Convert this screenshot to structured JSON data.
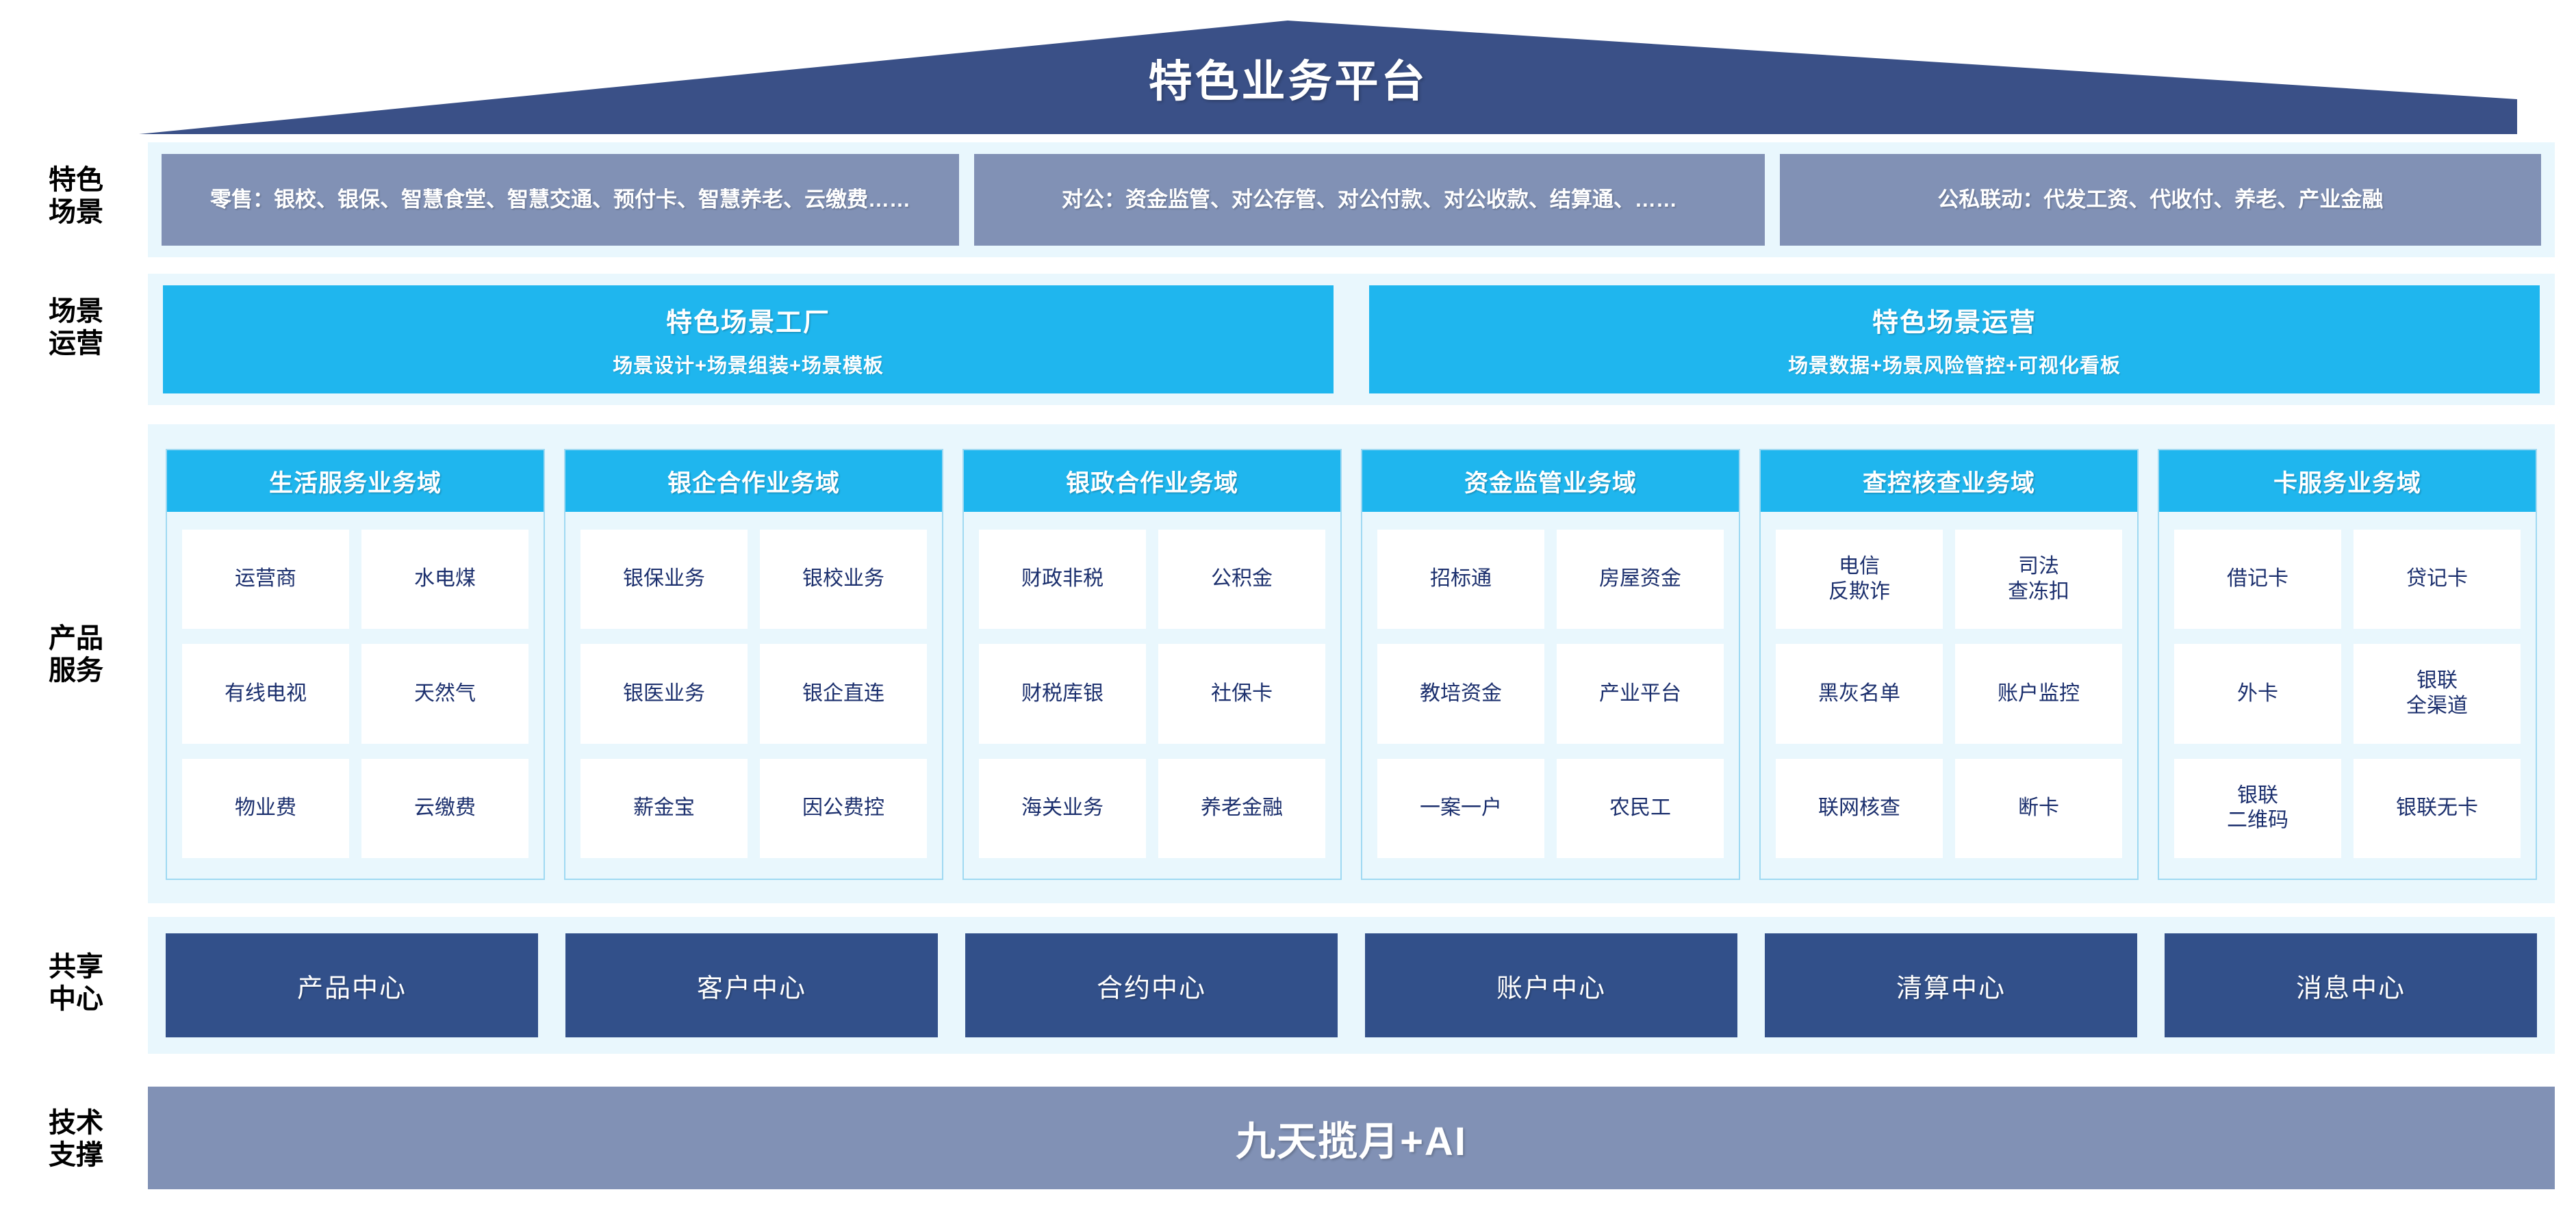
{
  "header": {
    "title": "特色业务平台",
    "banner_color": "#3a5087"
  },
  "row_labels": {
    "scenario": "特色\n场景",
    "operation": "场景\n运营",
    "product": "产品\n服务",
    "shared": "共享\n中心",
    "tech": "技术\n支撑"
  },
  "scenarios": {
    "box_color": "#8191b5",
    "items": [
      {
        "text": "零售：银校、银保、智慧食堂、智慧交通、预付卡、智慧养老、云缴费……"
      },
      {
        "text": "对公：资金监管、对公存管、对公付款、对公收款、结算通、……"
      },
      {
        "text": "公私联动：代发工资、代收付、养老、产业金融"
      }
    ]
  },
  "operations": {
    "box_color": "#1fb6ee",
    "items": [
      {
        "title": "特色场景工厂",
        "subtitle": "场景设计+场景组装+场景模板"
      },
      {
        "title": "特色场景运营",
        "subtitle": "场景数据+场景风险管控+可视化看板"
      }
    ]
  },
  "products": {
    "header_color": "#1fb6ee",
    "text_color": "#1b2f6d",
    "columns": [
      {
        "title": "生活服务业务域",
        "cells": [
          "运营商",
          "水电煤",
          "有线电视",
          "天然气",
          "物业费",
          "云缴费"
        ]
      },
      {
        "title": "银企合作业务域",
        "cells": [
          "银保业务",
          "银校业务",
          "银医业务",
          "银企直连",
          "薪金宝",
          "因公费控"
        ]
      },
      {
        "title": "银政合作业务域",
        "cells": [
          "财政非税",
          "公积金",
          "财税库银",
          "社保卡",
          "海关业务",
          "养老金融"
        ]
      },
      {
        "title": "资金监管业务域",
        "cells": [
          "招标通",
          "房屋资金",
          "教培资金",
          "产业平台",
          "一案一户",
          "农民工"
        ]
      },
      {
        "title": "查控核查业务域",
        "cells": [
          "电信\n反欺诈",
          "司法\n查冻扣",
          "黑灰名单",
          "账户监控",
          "联网核查",
          "断卡"
        ]
      },
      {
        "title": "卡服务业务域",
        "cells": [
          "借记卡",
          "贷记卡",
          "外卡",
          "银联\n全渠道",
          "银联\n二维码",
          "银联无卡"
        ]
      }
    ]
  },
  "shared_centers": {
    "box_color": "#32508a",
    "items": [
      "产品中心",
      "客户中心",
      "合约中心",
      "账户中心",
      "清算中心",
      "消息中心"
    ]
  },
  "tech_support": {
    "title": "九天揽月+AI",
    "bar_color": "#8191b5"
  }
}
